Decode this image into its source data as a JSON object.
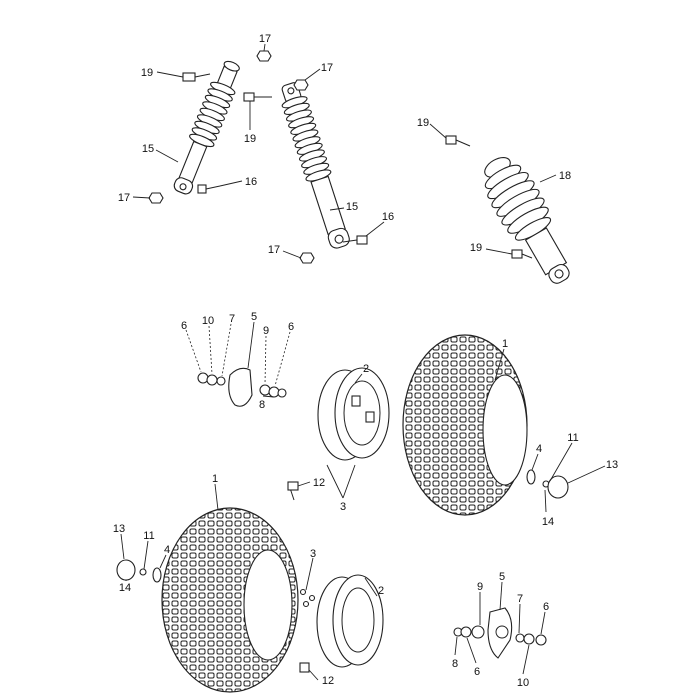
{
  "title": "Suspension and wheel exploded parts diagram",
  "callouts": [
    "17",
    "19",
    "17",
    "19",
    "15",
    "16",
    "17",
    "15",
    "16",
    "17",
    "19",
    "18",
    "19",
    "6",
    "10",
    "7",
    "5",
    "9",
    "6",
    "8",
    "2",
    "1",
    "3",
    "4",
    "11",
    "13",
    "14",
    "12",
    "1",
    "13",
    "11",
    "4",
    "14",
    "3",
    "2",
    "12",
    "9",
    "5",
    "7",
    "6",
    "8",
    "6",
    "10"
  ],
  "colors": {
    "ink": "#222222",
    "paper": "#ffffff"
  }
}
